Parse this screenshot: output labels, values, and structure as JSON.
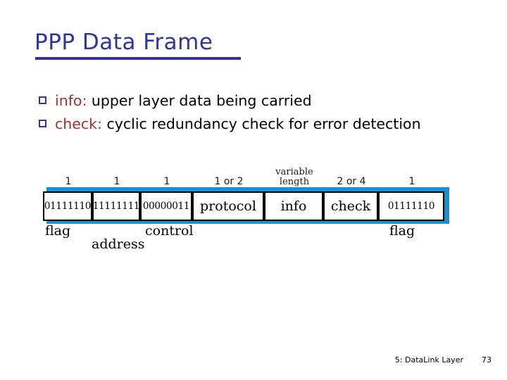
{
  "slide": {
    "title": "PPP Data Frame",
    "title_color": "#333399",
    "bullets": [
      {
        "marker": "hollow-square",
        "key": "info:",
        "text": " upper layer data being carried"
      },
      {
        "marker": "hollow-square",
        "key": "check:",
        "text": "  cyclic redundancy check for error detection"
      }
    ],
    "bullet_key_color": "#a33232",
    "bullet_marker_color": "#333399"
  },
  "diagram": {
    "type": "frame-format",
    "accent_color": "#1b8fd2",
    "fields": [
      {
        "size": "1",
        "size_multiline": false,
        "value": "01111110",
        "is_bits": true,
        "callout": "flag"
      },
      {
        "size": "1",
        "size_multiline": false,
        "value": "11111111",
        "is_bits": true,
        "callout": "address"
      },
      {
        "size": "1",
        "size_multiline": false,
        "value": "00000011",
        "is_bits": true,
        "callout": "control"
      },
      {
        "size": "1 or 2",
        "size_multiline": false,
        "value": "protocol",
        "is_bits": false,
        "callout": ""
      },
      {
        "size": "variable length",
        "size_multiline": true,
        "value": "info",
        "is_bits": false,
        "callout": ""
      },
      {
        "size": "2 or 4",
        "size_multiline": false,
        "value": "check",
        "is_bits": false,
        "callout": ""
      },
      {
        "size": "1",
        "size_multiline": false,
        "value": "01111110",
        "is_bits": true,
        "callout": "flag"
      }
    ]
  },
  "footer": {
    "chapter": "5: DataLink Layer",
    "page": "73"
  }
}
